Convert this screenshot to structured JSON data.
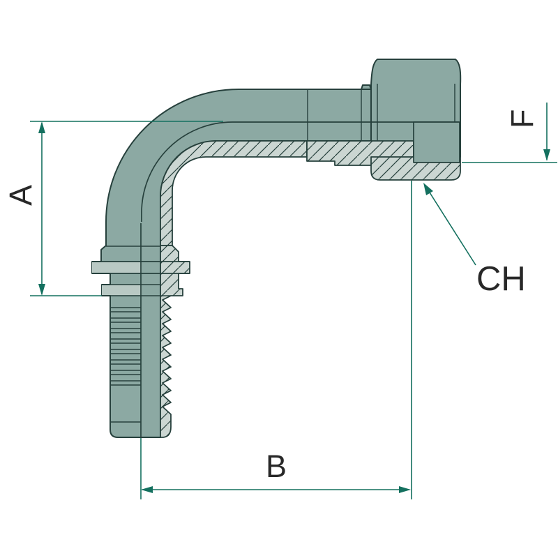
{
  "drawing": {
    "subject": "90-degree elbow hose fitting with female swivel nut, half-section technical drawing",
    "labels": {
      "a": "A",
      "b": "B",
      "f": "F",
      "ch": "CH"
    }
  },
  "colors": {
    "body": "#8CA9A3",
    "section_bg": "#CBD6D2",
    "collar_light": "#B9C9C4",
    "outline": "#26403C",
    "dimension": "#14705F",
    "label_text": "#282828",
    "background": "#FFFFFF"
  }
}
